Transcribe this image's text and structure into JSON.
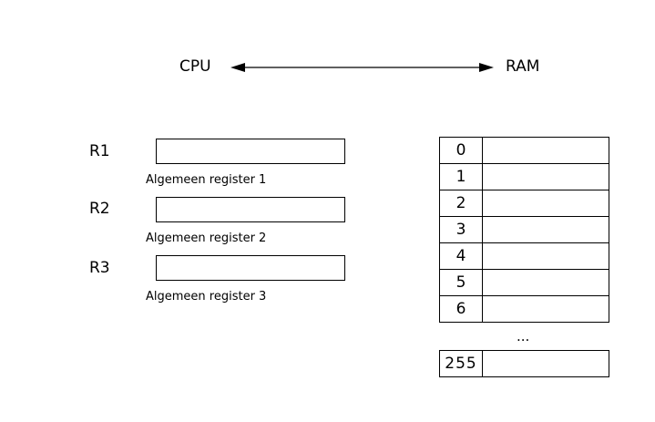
{
  "header": {
    "cpu_label": "CPU",
    "ram_label": "RAM"
  },
  "registers": [
    {
      "name": "R1",
      "caption": "Algemeen register 1"
    },
    {
      "name": "R2",
      "caption": "Algemeen register 2"
    },
    {
      "name": "R3",
      "caption": "Algemeen register 3"
    }
  ],
  "ram": {
    "addresses": [
      "0",
      "1",
      "2",
      "3",
      "4",
      "5",
      "6"
    ],
    "ellipsis": "...",
    "last_address": "255"
  }
}
